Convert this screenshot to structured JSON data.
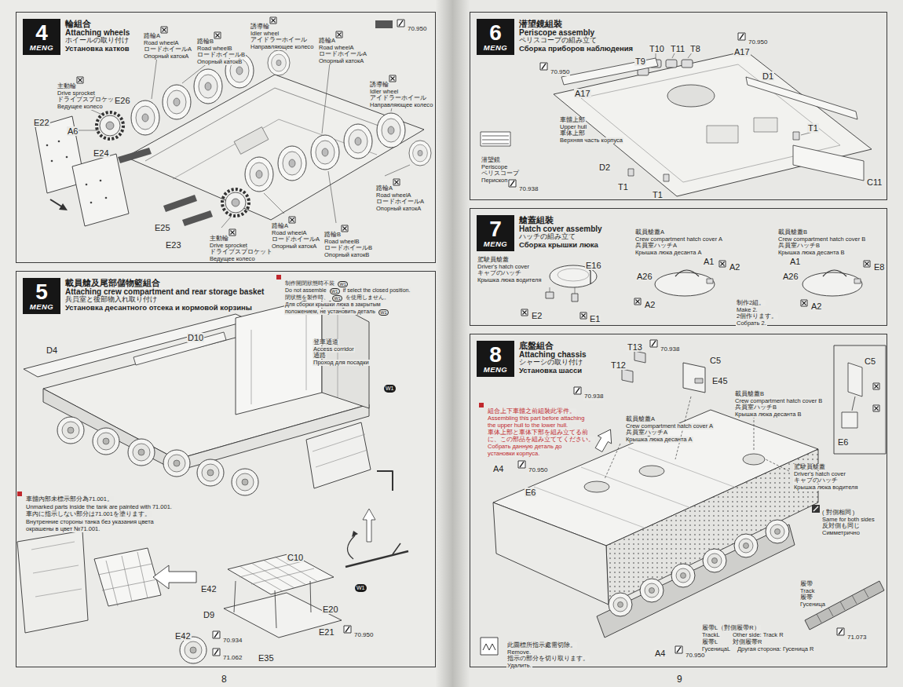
{
  "diagram": {
    "nodes": [
      {
        "text": [
          "輪組合",
          "Attaching wheels",
          "ホイールの取り付け",
          "Установка катков"
        ]
      },
      {
        "text": [
          "4",
          "MENG"
        ],
        "in": 0
      },
      {
        "text": [
          "載員艙及尾部儲物籃組合",
          "Attaching crew compartment and rear storage basket",
          "兵員室と後部物入れ取り付け",
          "Установка десантного отсека и кормовой корзины"
        ]
      },
      {
        "text": [
          "5",
          "MENG"
        ],
        "in": 2
      },
      {
        "text": [
          "潜望鏡組裝",
          "Periscope assembly",
          "ペリスコープの組み立て",
          "Сборка приборов наблюдения"
        ]
      },
      {
        "text": [
          "6",
          "MENG"
        ],
        "in": 4
      },
      {
        "text": [
          "艙蓋組裝",
          "Hatch cover assembly",
          "ハッチの組み立て",
          "Сборка крышки люка"
        ]
      },
      {
        "text": [
          "7",
          "MENG"
        ],
        "in": 6
      },
      {
        "text": [
          "底盤組合",
          "Attaching chassis",
          "シャーシの取り付け",
          "Установка шасси"
        ]
      },
      {
        "text": [
          "8",
          "MENG"
        ],
        "in": 8
      }
    ],
    "labels": [
      "70.950",
      "路輪A",
      "Road wheelA",
      "ロードホイールA",
      "Опорный катокA",
      "路輪B",
      "Road wheelB",
      "ロードホイールB",
      "Опорный катокB",
      "誘導輪",
      "Idler wheel",
      "アイドラーホイール",
      "Направляющее колесо",
      "路輪A",
      "Road wheelA",
      "ロードホイールA",
      "Опорный катокA",
      "誘導輪",
      "Idler wheel",
      "アイドラーホイール",
      "Направляющее колесо",
      "主動輪",
      "Drive sprocket",
      "ドライブスプロケット",
      "Ведущее колесо",
      "路輪A",
      "Road wheelA",
      "ロードホイールA",
      "Опорный катокA",
      "路輪A",
      "Road wheelA",
      "ロードホイールA",
      "Опорный катокA",
      "路輪B",
      "Road wheelB",
      "ロードホイールB",
      "Опорный катокB",
      "主動輪",
      "Drive sprocket",
      "ドライブスプロケット",
      "Ведущее колесо",
      "E26",
      "E22",
      "A6",
      "E24",
      "E25",
      "E23",
      "制作開閉狀態時不裝",
      "W1",
      "Do not assemble",
      "W1",
      "if select the closed position.",
      "閉状態を製作時、",
      "W1",
      "を使用しません。",
      "Для сборки крышки люка в закрытым",
      "положением, не установить деталь",
      "W1",
      "登車通道",
      "Access corridor",
      "通路",
      "Проход для посадки",
      "D4",
      "D10",
      "W1",
      "W1",
      "車體內部未標示部分為71.001。",
      "Unmarked parts inside the tank are painted with 71.001.",
      "車內に指示しない部分は71.001を塗ります。",
      "Внутренние стороны танка без указания цвета",
      "окрашены в цвет №71.001.",
      "C10",
      "E42",
      "D9",
      "E20",
      "E21",
      "70.950",
      "E42",
      "70.934",
      "71.062",
      "E35",
      "70.950",
      "A17",
      "T10",
      "T11",
      "T8",
      "T9",
      "70.950",
      "D1",
      "A17",
      "車體上部",
      "Upper hull",
      "車体上部",
      "Верхняя часть корпуса",
      "T1",
      "D2",
      "T1",
      "T1",
      "C11",
      "潜望鏡",
      "Periscope",
      "ペリスコープ",
      "Перископ",
      "70.938",
      "駕駛員艙蓋",
      "Driver's hatch cover",
      "キャブのハッチ",
      "Крышка люка водителя",
      "E16",
      "E2",
      "E1",
      "載員艙蓋A",
      "Crew compartment hatch cover A",
      "兵員室ハッチA",
      "Крышка люка десанта A",
      "A1",
      "A26",
      "A2",
      "A2",
      "制作2組。",
      "Make 2.",
      "2個作ります。",
      "Собрать 2.",
      "載員艙蓋B",
      "Crew compartment hatch cover B",
      "兵員室ハッチB",
      "Крышка люка десанта B",
      "A1",
      "A26",
      "E8",
      "A2",
      "T13",
      "70.938",
      "C5",
      "T12",
      "E45",
      "70.938",
      "組合上下車體之前組裝此零件。",
      "Assembling this part before attaching",
      "the upper hull to the lower hull.",
      "車体上部と車体下部を組み立てる前",
      "に、この部品を組み立ててください。",
      "Собрать данную деталь до",
      "установки корпуса.",
      "載員艙蓋A",
      "Crew compartment hatch cover A",
      "兵員室ハッチA",
      "Крышка люка десанта A",
      "載員艙蓋B",
      "Crew compartment hatch cover B",
      "兵員室ハッチB",
      "Крышка люка десанта B",
      "C5",
      "E6",
      "駕駛員艙蓋",
      "Driver's hatch cover",
      "キャブのハッチ",
      "Крышка люка водителя",
      "A4",
      "70.950",
      "E6",
      "( 對側相同 )",
      "Same for both sides",
      "反対側も同じ",
      "Симметрично",
      "履帶",
      "Track",
      "履帯",
      "Гусеница",
      "71.073",
      "履帶L（對側履帶R）",
      "TrackL",
      "Other side: Track R",
      "履帯L",
      "対側履帯R",
      "ГусеницаL",
      "Другая сторона: Гусеница R",
      "A4",
      "70.950",
      "此圖標所指示處需切除。",
      "Remove.",
      "指示の部分を切り取ります。",
      "Удалить.",
      "8",
      "9"
    ]
  }
}
